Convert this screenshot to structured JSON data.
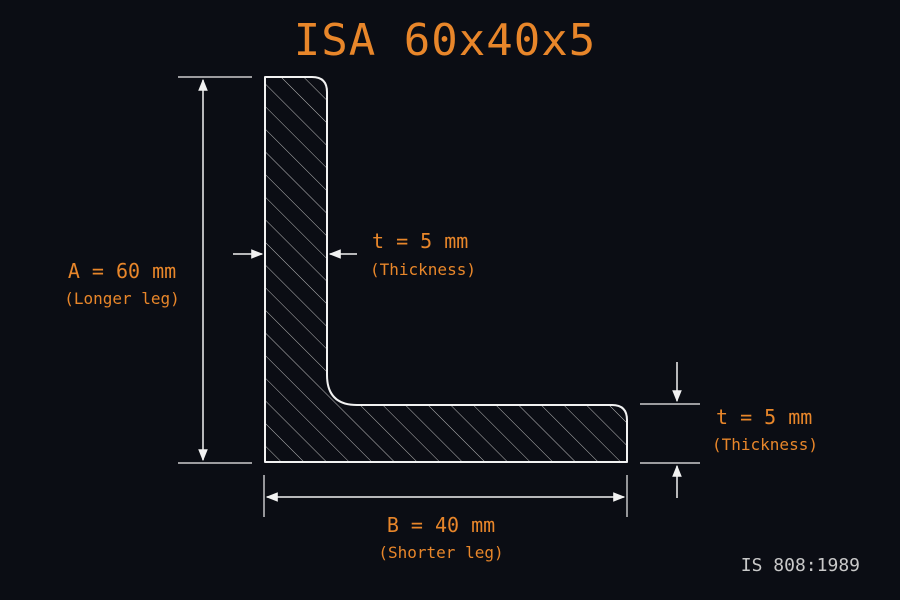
{
  "title": "ISA 60x40x5",
  "dimensions": {
    "longer_leg": {
      "value_label": "A = 60 mm",
      "description": "(Longer leg)"
    },
    "shorter_leg": {
      "value_label": "B = 40 mm",
      "description": "(Shorter leg)"
    },
    "vertical_thickness": {
      "value_label": "t = 5 mm",
      "description": "(Thickness)"
    },
    "horizontal_thickness": {
      "value_label": "t = 5 mm",
      "description": "(Thickness)"
    }
  },
  "standard": "IS 808:1989",
  "colors": {
    "background": "#0b0d14",
    "accent": "#e8862a",
    "line": "#f2f2f2",
    "muted": "#c9c9c9",
    "hatch": "#b8b8b8"
  }
}
